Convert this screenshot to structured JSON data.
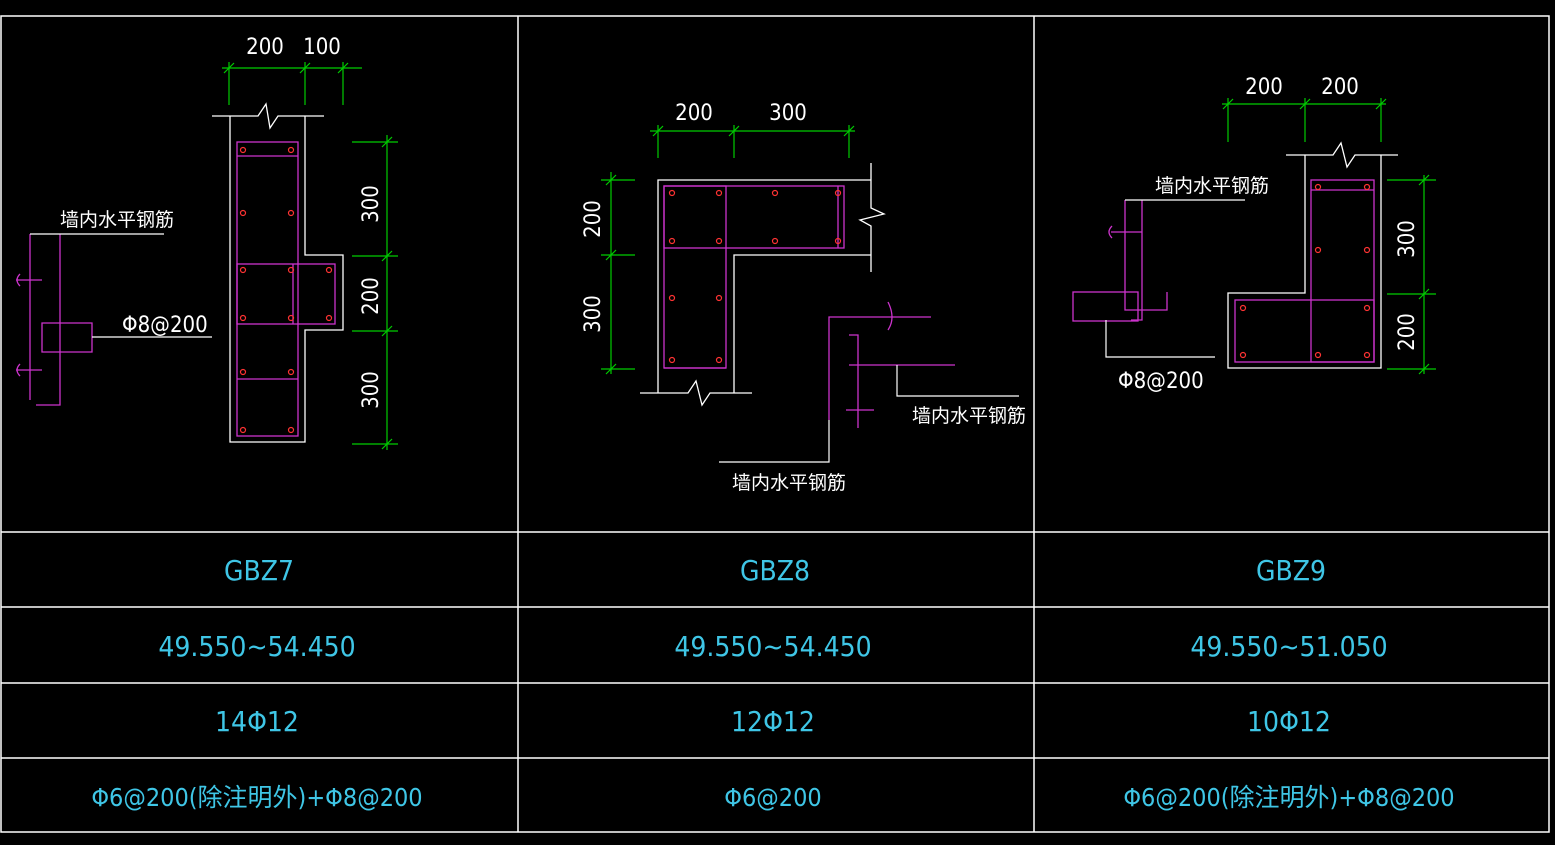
{
  "colors": {
    "background": "#000000",
    "frame": "#ffffff",
    "outline": "#ffffff",
    "dimension": "#00cc00",
    "stirrup": "#cc33cc",
    "rebar": "#ff3333",
    "table_text": "#3fc6e6"
  },
  "details": [
    {
      "dims_top": [
        "200",
        "100"
      ],
      "dims_side": [
        "300",
        "200",
        "300"
      ],
      "wall_rebar_label": "墙内水平钢筋",
      "tie_label": "Φ8@200"
    },
    {
      "dims_top": [
        "200",
        "300"
      ],
      "dims_side": [
        "200",
        "300"
      ],
      "wall_rebar_label": "墙内水平钢筋",
      "wall_rebar_label_2": "墙内水平钢筋"
    },
    {
      "dims_top": [
        "200",
        "200"
      ],
      "dims_side": [
        "300",
        "200"
      ],
      "wall_rebar_label": "墙内水平钢筋",
      "tie_label": "Φ8@200"
    }
  ],
  "table": {
    "names": [
      "GBZ7",
      "GBZ8",
      "GBZ9"
    ],
    "elevations": [
      "49.550~54.450",
      "49.550~54.450",
      "49.550~51.050"
    ],
    "longitudinal": [
      "14Φ12",
      "12Φ12",
      "10Φ12"
    ],
    "stirrups": [
      "Φ6@200(除注明外)+Φ8@200",
      "Φ6@200",
      "Φ6@200(除注明外)+Φ8@200"
    ]
  }
}
